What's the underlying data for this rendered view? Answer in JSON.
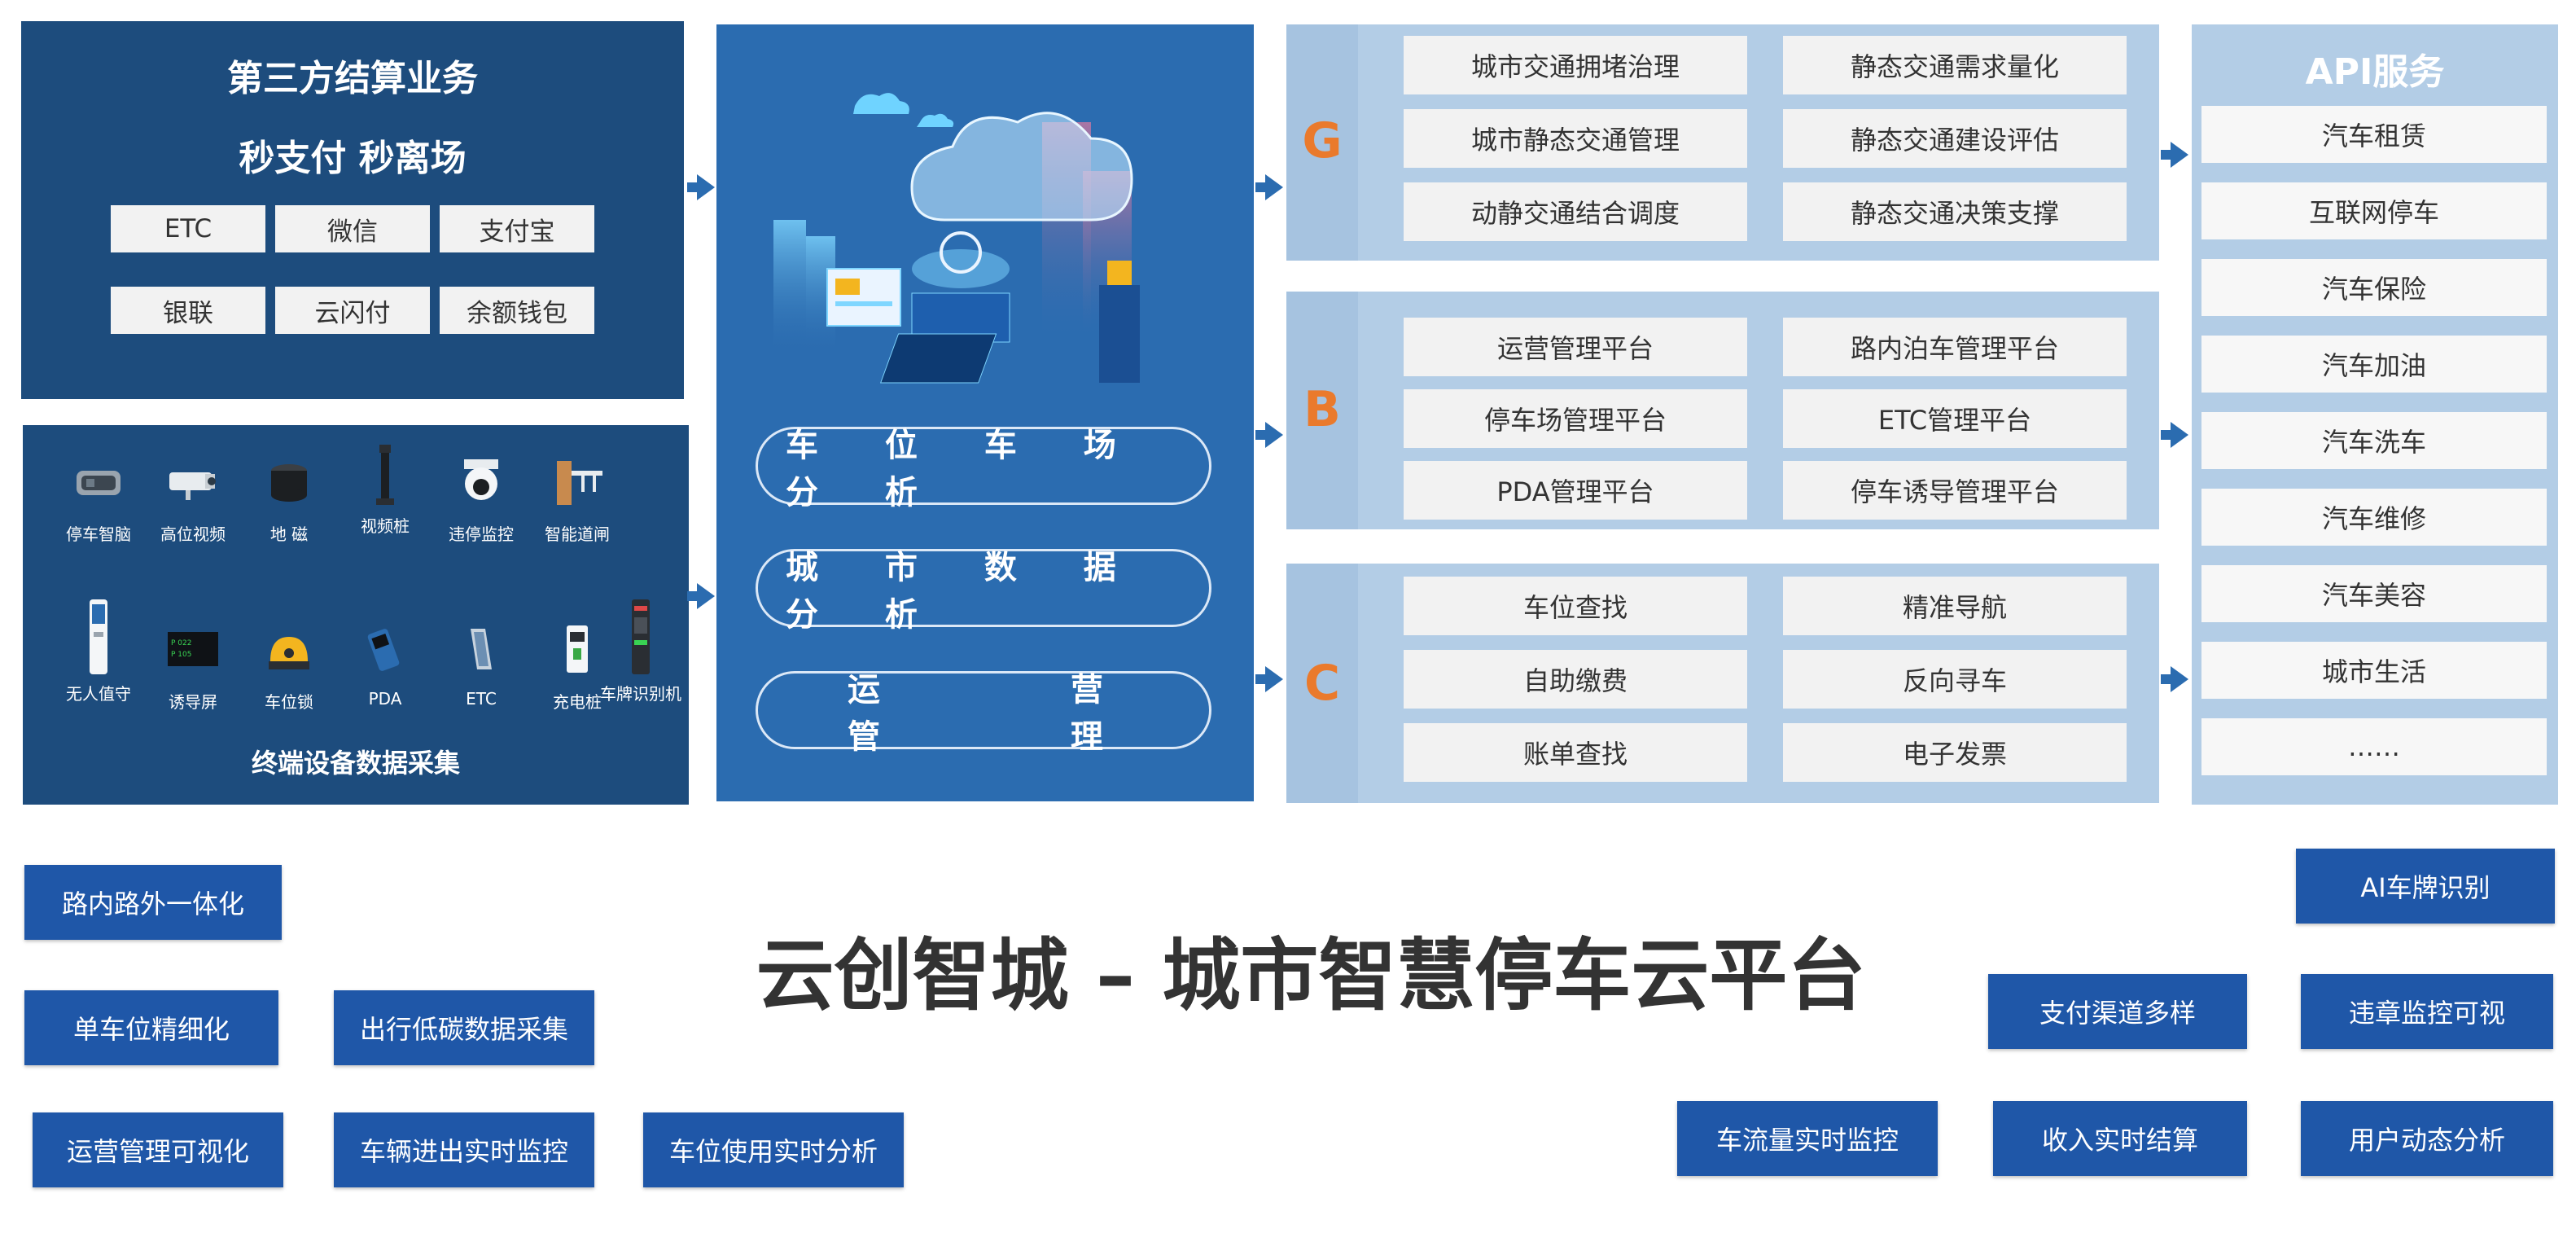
{
  "settlement": {
    "title": "第三方结算业务",
    "subtitle": "秒支付 秒离场",
    "payments": [
      "ETC",
      "微信",
      "支付宝",
      "银联",
      "云闪付",
      "余额钱包"
    ]
  },
  "devices": {
    "items": [
      {
        "label": "停车智脑",
        "icon": "controller-box-icon"
      },
      {
        "label": "高位视频",
        "icon": "bullet-camera-icon"
      },
      {
        "label": "地 磁",
        "icon": "geomagnetic-sensor-icon"
      },
      {
        "label": "视频桩",
        "icon": "video-pile-icon"
      },
      {
        "label": "违停监控",
        "icon": "dome-camera-icon"
      },
      {
        "label": "智能道闸",
        "icon": "barrier-gate-icon"
      },
      {
        "label": "无人值守",
        "icon": "kiosk-icon"
      },
      {
        "label": "诱导屏",
        "icon": "guidance-screen-icon"
      },
      {
        "label": "车位锁",
        "icon": "parking-lock-icon"
      },
      {
        "label": "PDA",
        "icon": "pda-icon"
      },
      {
        "label": "ETC",
        "icon": "etc-device-icon"
      },
      {
        "label": "充电桩",
        "icon": "charging-pile-icon"
      },
      {
        "label": "车牌识别机",
        "icon": "plate-recognizer-icon"
      }
    ],
    "caption": "终端设备数据采集"
  },
  "center": {
    "illustration": "cloud-platform-illustration",
    "pills": [
      "车 位 车 场 分 析",
      "城 市 数 据 分 析",
      "运 营 管 理"
    ]
  },
  "groups": [
    {
      "letter": "G",
      "items": [
        "城市交通拥堵治理",
        "静态交通需求量化",
        "城市静态交通管理",
        "静态交通建设评估",
        "动静交通结合调度",
        "静态交通决策支撑"
      ]
    },
    {
      "letter": "B",
      "items": [
        "运营管理平台",
        "路内泊车管理平台",
        "停车场管理平台",
        "ETC管理平台",
        "PDA管理平台",
        "停车诱导管理平台"
      ]
    },
    {
      "letter": "C",
      "items": [
        "车位查找",
        "精准导航",
        "自助缴费",
        "反向寻车",
        "账单查找",
        "电子发票"
      ]
    }
  ],
  "api": {
    "title": "API服务",
    "items": [
      "汽车租赁",
      "互联网停车",
      "汽车保险",
      "汽车加油",
      "汽车洗车",
      "汽车维修",
      "汽车美容",
      "城市生活",
      "……"
    ]
  },
  "main_title": "云创智城 – 城市智慧停车云平台",
  "features_left": [
    "路内路外一体化",
    "单车位精细化",
    "出行低碳数据采集",
    "运营管理可视化",
    "车辆进出实时监控",
    "车位使用实时分析"
  ],
  "features_right": [
    "AI车牌识别",
    "支付渠道多样",
    "违章监控可视",
    "车流量实时监控",
    "收入实时结算",
    "用户动态分析"
  ],
  "colors": {
    "dark_panel": "#1d4c7d",
    "center_panel": "#2b6cb0",
    "light_panel": "#b3cde6",
    "letter": "#ea7a2c",
    "tag": "#1f57a8"
  }
}
